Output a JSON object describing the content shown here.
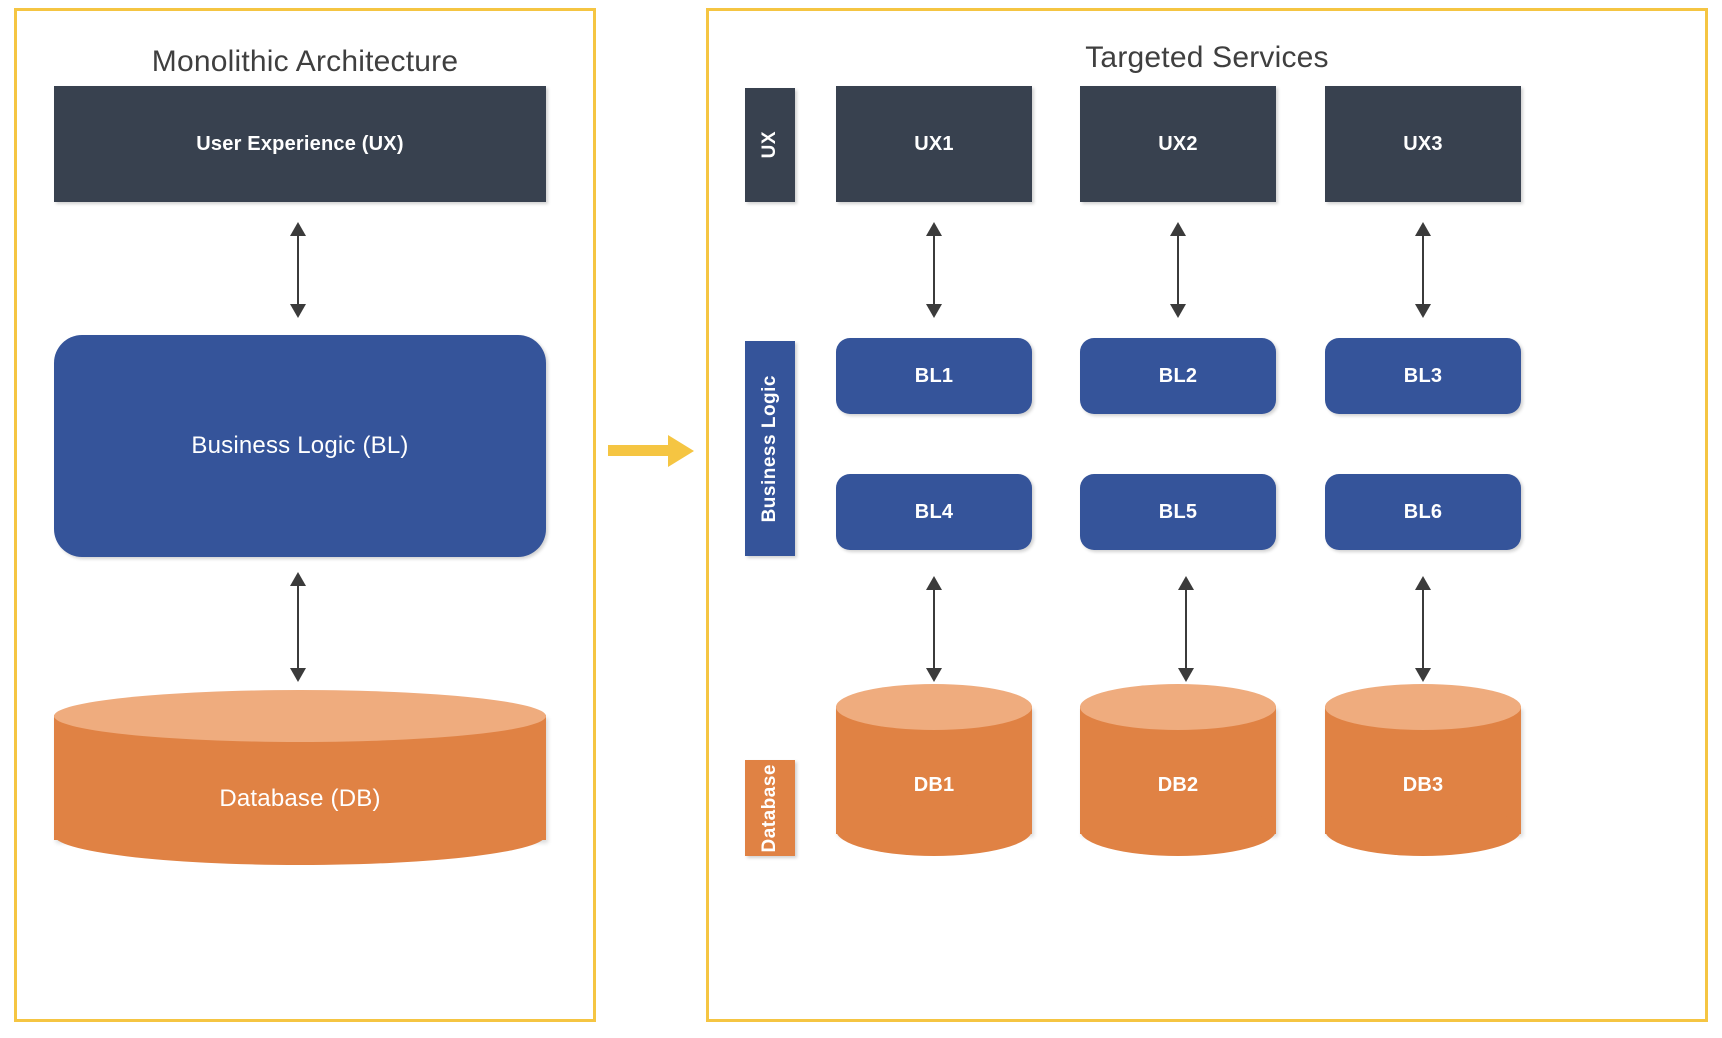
{
  "panels": {
    "left": {
      "title": "Monolithic Architecture",
      "nodes": {
        "ux": "User Experience (UX)",
        "bl": "Business Logic (BL)",
        "db": "Database (DB)"
      }
    },
    "right": {
      "title": "Targeted Services",
      "layer_labels": {
        "ux": "UX",
        "bl": "Business Logic",
        "db": "Database"
      },
      "ux_nodes": [
        "UX1",
        "UX2",
        "UX3"
      ],
      "bl_nodes_row1": [
        "BL1",
        "BL2",
        "BL3"
      ],
      "bl_nodes_row2": [
        "BL4",
        "BL5",
        "BL6"
      ],
      "db_nodes": [
        "DB1",
        "DB2",
        "DB3"
      ]
    }
  },
  "colors": {
    "panel_border": "#F5C542",
    "ux_fill": "#38414F",
    "bl_fill": "#35549A",
    "db_body": "#E08244",
    "db_top": "#EFAC7E",
    "arrow": "#3b3b3b",
    "transition_arrow": "#F5C542",
    "title_text": "#3f3f3f",
    "node_text": "#ffffff"
  },
  "icons": {
    "transition": "right-arrow-icon",
    "link": "double-headed-arrow-icon",
    "cylinder": "database-cylinder-icon"
  }
}
